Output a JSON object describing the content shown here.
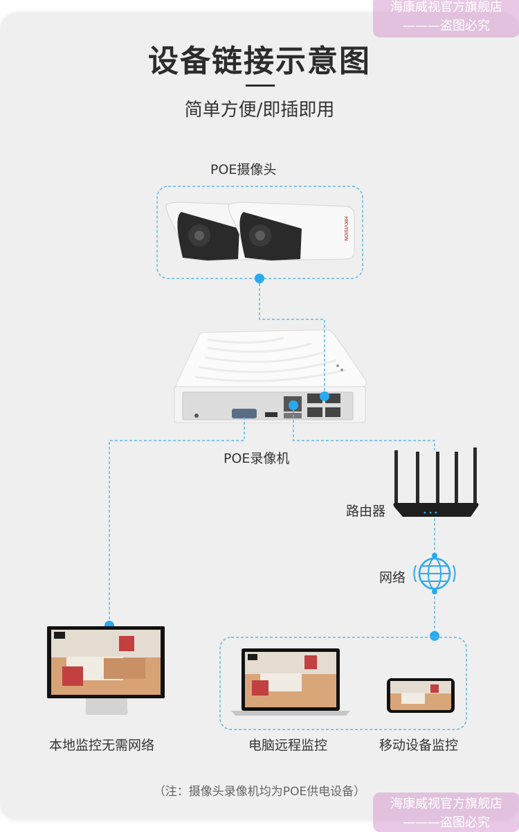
{
  "title": "设备链接示意图",
  "subtitle": "简单方便/即插即用",
  "labels": {
    "camera": "POE摄像头",
    "nvr": "POE录像机",
    "router": "路由器",
    "network": "网络",
    "local": "本地监控无需网络",
    "pc": "电脑远程监控",
    "mobile": "移动设备监控"
  },
  "camera_brand": "HIKVISION",
  "note": "（注：摄像头录像机均为POE供电设备）",
  "watermark": {
    "line1": "海康威视官方旗舰店",
    "line2": "———盗图必究"
  },
  "colors": {
    "accent": "#29aaf0",
    "dashed": "#5ab8ea",
    "background": "#efefef",
    "title": "#2c2c2c",
    "watermark": "#d69bd0"
  }
}
